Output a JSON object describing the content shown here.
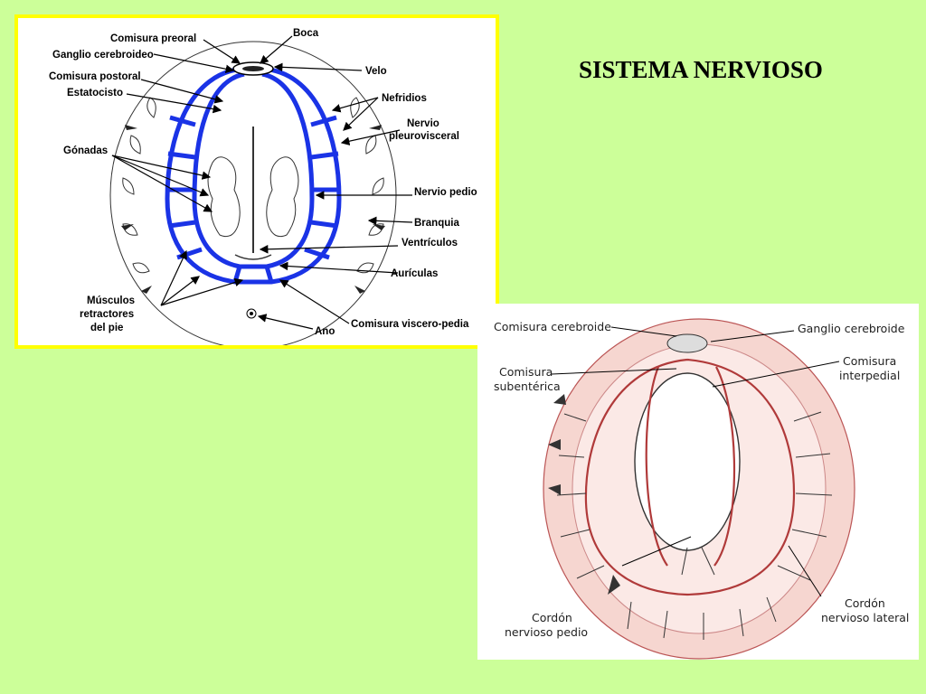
{
  "slide": {
    "title": "SISTEMA NERVIOSO",
    "background": "#ccff99"
  },
  "figure_top": {
    "border_color": "#ffff00",
    "nerve_color": "#1a33e6",
    "labels": {
      "comisura_preoral": "Comisura preoral",
      "boca": "Boca",
      "ganglio_cerebroideo": "Ganglio cerebroideo",
      "velo": "Velo",
      "comisura_postoral": "Comisura postoral",
      "estatocisto": "Estatocisto",
      "nefridios": "Nefridios",
      "nervio_pleurovisceral_1": "Nervio",
      "nervio_pleurovisceral_2": "pleurovisceral",
      "gonadas": "Gónadas",
      "nervio_pedio": "Nervio pedio",
      "branquia": "Branquia",
      "ventriculos": "Ventrículos",
      "auriculas": "Aurículas",
      "musculos_1": "Músculos",
      "musculos_2": "retractores",
      "musculos_3": "del pie",
      "ano": "Ano",
      "comisura_viscero_pedia": "Comisura viscero-pedia"
    }
  },
  "figure_bottom": {
    "nerve_color": "#b03a3a",
    "body_color": "#f6d6d0",
    "labels": {
      "comisura_cerebroide": "Comisura cerebroide",
      "ganglio_cerebroide": "Ganglio cerebroide",
      "comisura_subenterica_1": "Comisura",
      "comisura_subenterica_2": "subentérica",
      "comisura_interpedial_1": "Comisura",
      "comisura_interpedial_2": "interpedial",
      "cordon_pedio_1": "Cordón",
      "cordon_pedio_2": "nervioso pedio",
      "cordon_lateral_1": "Cordón",
      "cordon_lateral_2": "nervioso lateral"
    }
  }
}
